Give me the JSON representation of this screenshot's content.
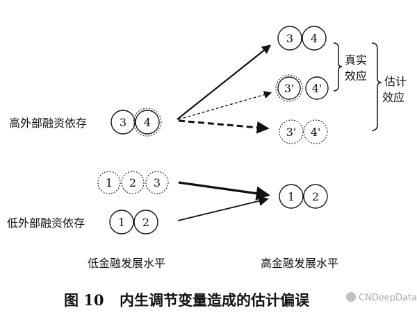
{
  "rows": {
    "high_dependence_label": "高外部融资依存",
    "low_dependence_label": "低外部融资依存"
  },
  "columns": {
    "low_finance_label": "低金融发展水平",
    "high_finance_label": "高金融发展水平"
  },
  "nodes": {
    "top_right": [
      "3",
      "4"
    ],
    "mid_right": [
      "3'",
      "4'"
    ],
    "low_right": [
      "3'",
      "4'"
    ],
    "high_left": [
      "3",
      "4"
    ],
    "low_dashed_left": [
      "1",
      "2",
      "3"
    ],
    "low_solid_left": [
      "1",
      "2"
    ],
    "bottom_right": [
      "1",
      "2"
    ]
  },
  "brackets": {
    "true_effect_line1": "真实",
    "true_effect_line2": "效应",
    "estimated_effect_line1": "估计",
    "estimated_effect_line2": "效应"
  },
  "caption": {
    "number": "图 10",
    "title": "内生调节变量造成的估计偏误"
  },
  "watermark": {
    "text": "CNDeepData"
  }
}
